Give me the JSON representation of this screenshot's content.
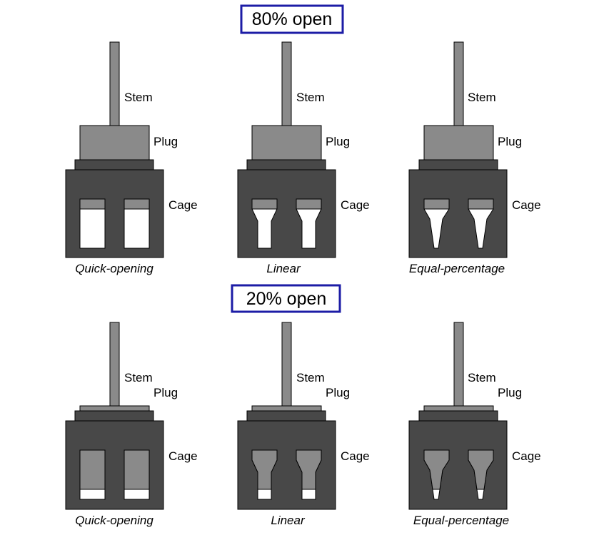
{
  "rows": [
    {
      "title": "80% open",
      "open_fraction": 0.8,
      "valves": [
        {
          "type": "quick-opening",
          "caption": "Quick-opening",
          "stem_label": "Stem",
          "plug_label": "Plug",
          "cage_label": "Cage"
        },
        {
          "type": "linear",
          "caption": "Linear",
          "stem_label": "Stem",
          "plug_label": "Plug",
          "cage_label": "Cage"
        },
        {
          "type": "equal-percentage",
          "caption": "Equal-percentage",
          "stem_label": "Stem",
          "plug_label": "Plug",
          "cage_label": "Cage"
        }
      ]
    },
    {
      "title": "20% open",
      "open_fraction": 0.2,
      "valves": [
        {
          "type": "quick-opening",
          "caption": "Quick-opening",
          "stem_label": "Stem",
          "plug_label": "Plug",
          "cage_label": "Cage"
        },
        {
          "type": "linear",
          "caption": "Linear",
          "stem_label": "Stem",
          "plug_label": "Plug",
          "cage_label": "Cage"
        },
        {
          "type": "equal-percentage",
          "caption": "Equal-percentage",
          "stem_label": "Stem",
          "plug_label": "Plug",
          "cage_label": "Cage"
        }
      ]
    }
  ],
  "colors": {
    "cage": "#484848",
    "plug": "#8a8a8a",
    "stem": "#8a8a8a",
    "port_open": "#ffffff",
    "title_border": "#1c1ca6",
    "outline": "#000000"
  }
}
